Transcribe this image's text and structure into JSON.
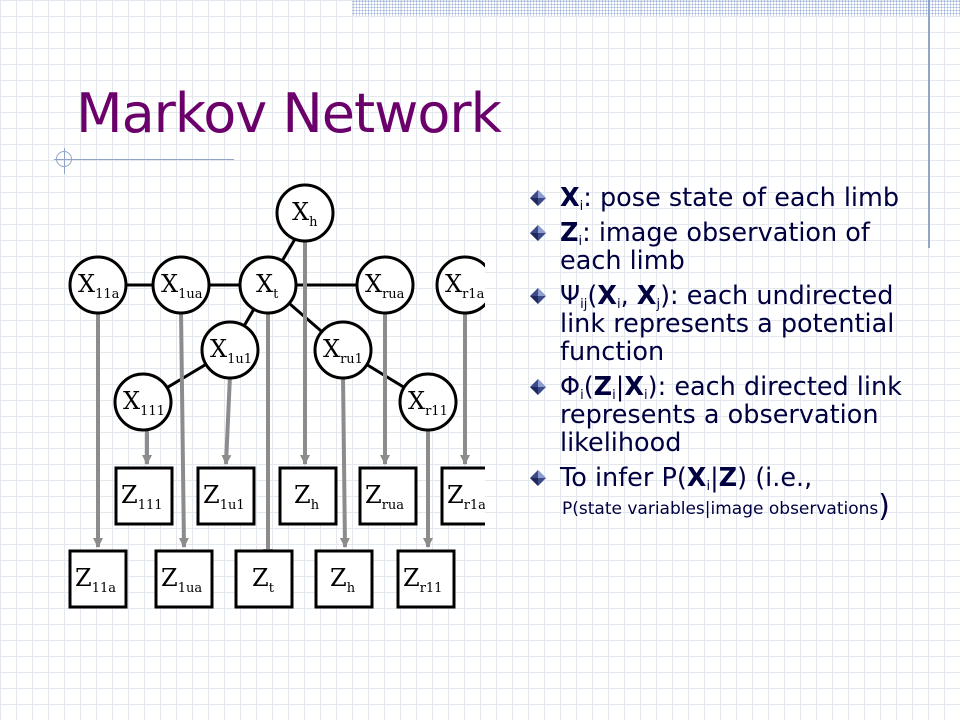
{
  "slide": {
    "title": "Markov Network"
  },
  "diagram": {
    "hidden_nodes": [
      {
        "id": "Xh",
        "base": "X",
        "sub": "h"
      },
      {
        "id": "X11a",
        "base": "X",
        "sub": "11a"
      },
      {
        "id": "X1ua",
        "base": "X",
        "sub": "1ua"
      },
      {
        "id": "Xt",
        "base": "X",
        "sub": "t"
      },
      {
        "id": "Xrua",
        "base": "X",
        "sub": "rua"
      },
      {
        "id": "Xr1a",
        "base": "X",
        "sub": "r1a"
      },
      {
        "id": "X1u1",
        "base": "X",
        "sub": "1u1"
      },
      {
        "id": "Xru1",
        "base": "X",
        "sub": "ru1"
      },
      {
        "id": "X111",
        "base": "X",
        "sub": "111"
      },
      {
        "id": "Xr11",
        "base": "X",
        "sub": "r11"
      }
    ],
    "observation_nodes_row1": [
      {
        "id": "Z111",
        "base": "Z",
        "sub": "111"
      },
      {
        "id": "Z1u1",
        "base": "Z",
        "sub": "1u1"
      },
      {
        "id": "Zh",
        "base": "Z",
        "sub": "h"
      },
      {
        "id": "Zrua",
        "base": "Z",
        "sub": "rua"
      },
      {
        "id": "Zr1a",
        "base": "Z",
        "sub": "r1a"
      }
    ],
    "observation_nodes_row2": [
      {
        "id": "Z11a",
        "base": "Z",
        "sub": "11a"
      },
      {
        "id": "Z1ua",
        "base": "Z",
        "sub": "1ua"
      },
      {
        "id": "Zt",
        "base": "Z",
        "sub": "t"
      },
      {
        "id": "Zh2",
        "base": "Z",
        "sub": "h"
      },
      {
        "id": "Zr11",
        "base": "Z",
        "sub": "r11"
      }
    ]
  },
  "bullets": {
    "b1": {
      "sym": "X",
      "sub": "i",
      "text": ": pose state of each limb"
    },
    "b2": {
      "sym": "Z",
      "sub": "i",
      "text": ": image observation of each limb"
    },
    "b3": {
      "psi": "Ψ",
      "psi_sub": "ij",
      "open": "(",
      "x1": "X",
      "x1_sub": "i",
      "comma": ", ",
      "x2": "X",
      "x2_sub": "j",
      "text": "): each undirected link represents a potential function"
    },
    "b4": {
      "phi": "Φ",
      "phi_sub": "i",
      "open": "(",
      "z": "Z",
      "z_sub": "i",
      "bar": "|",
      "x": "X",
      "x_sub": "i",
      "text": "): each directed link represents a observation likelihood"
    },
    "b5": {
      "pre": "To infer P(",
      "x": "X",
      "x_sub": "i",
      "bar": "|",
      "z": "Z",
      "post": ") (i.e.,",
      "note": "P(state variables|image observations",
      "close": ")"
    }
  },
  "colors": {
    "title": "#6b006b",
    "text": "#000040",
    "arrow": "#8c8c8c",
    "bullet": "#3a4a8a"
  }
}
